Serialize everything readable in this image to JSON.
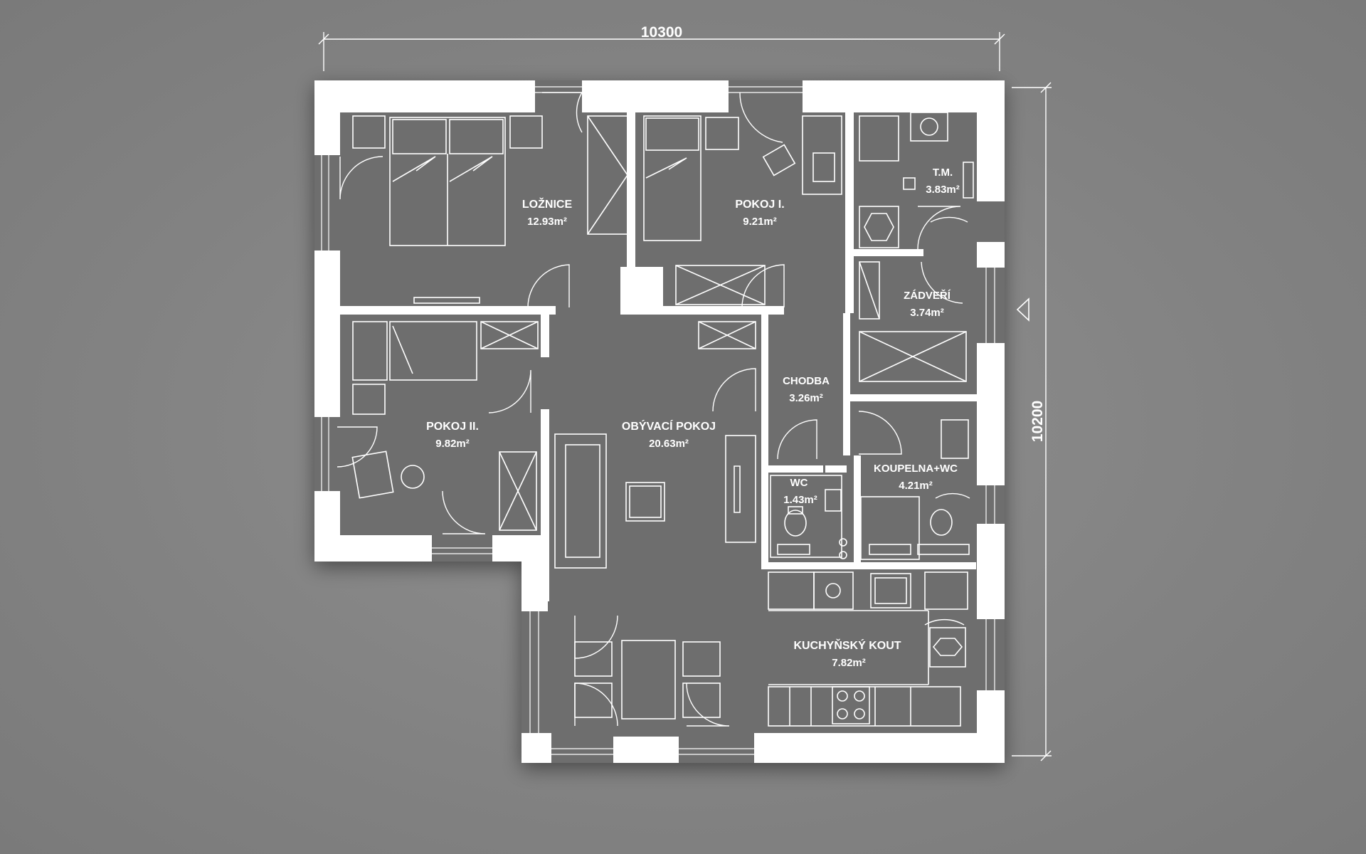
{
  "dimensions": {
    "width": "10300",
    "depth": "10200"
  },
  "rooms": [
    {
      "name": "LOŽNICE",
      "area": "12.93m²"
    },
    {
      "name": "POKOJ I.",
      "area": "9.21m²"
    },
    {
      "name": "T.M.",
      "area": "3.83m²"
    },
    {
      "name": "ZÁDVEŘÍ",
      "area": "3.74m²"
    },
    {
      "name": "POKOJ II.",
      "area": "9.82m²"
    },
    {
      "name": "OBÝVACÍ POKOJ",
      "area": "20.63m²"
    },
    {
      "name": "CHODBA",
      "area": "3.26m²"
    },
    {
      "name": "WC",
      "area": "1.43m²"
    },
    {
      "name": "KOUPELNA+WC",
      "area": "4.21m²"
    },
    {
      "name": "KUCHYŇSKÝ KOUT",
      "area": "7.82m²"
    }
  ],
  "icons": {
    "entrance": "entrance-arrow-icon"
  },
  "colors": {
    "background": "#858585",
    "walls": "#ffffff",
    "floor": "#6e6e6e"
  }
}
